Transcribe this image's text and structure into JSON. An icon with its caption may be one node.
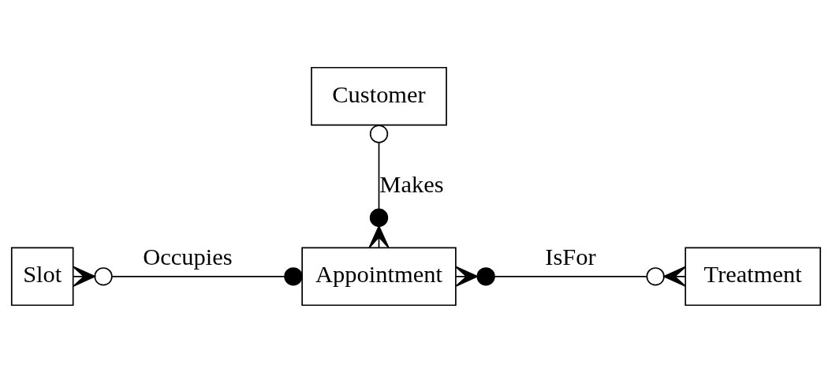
{
  "diagram": {
    "nodes": [
      {
        "text": [
          "Customer"
        ]
      },
      {
        "text": [
          "Slot"
        ]
      },
      {
        "text": [
          "Appointment"
        ]
      },
      {
        "text": [
          "Treatment"
        ]
      }
    ],
    "edges": [
      {
        "from": 0,
        "to": 2,
        "arrow": "other",
        "label": "Makes"
      },
      {
        "from": 1,
        "to": 2,
        "arrow": "other",
        "label": "Occupies"
      },
      {
        "from": 2,
        "to": 3,
        "arrow": "other",
        "label": "IsFor"
      }
    ]
  }
}
